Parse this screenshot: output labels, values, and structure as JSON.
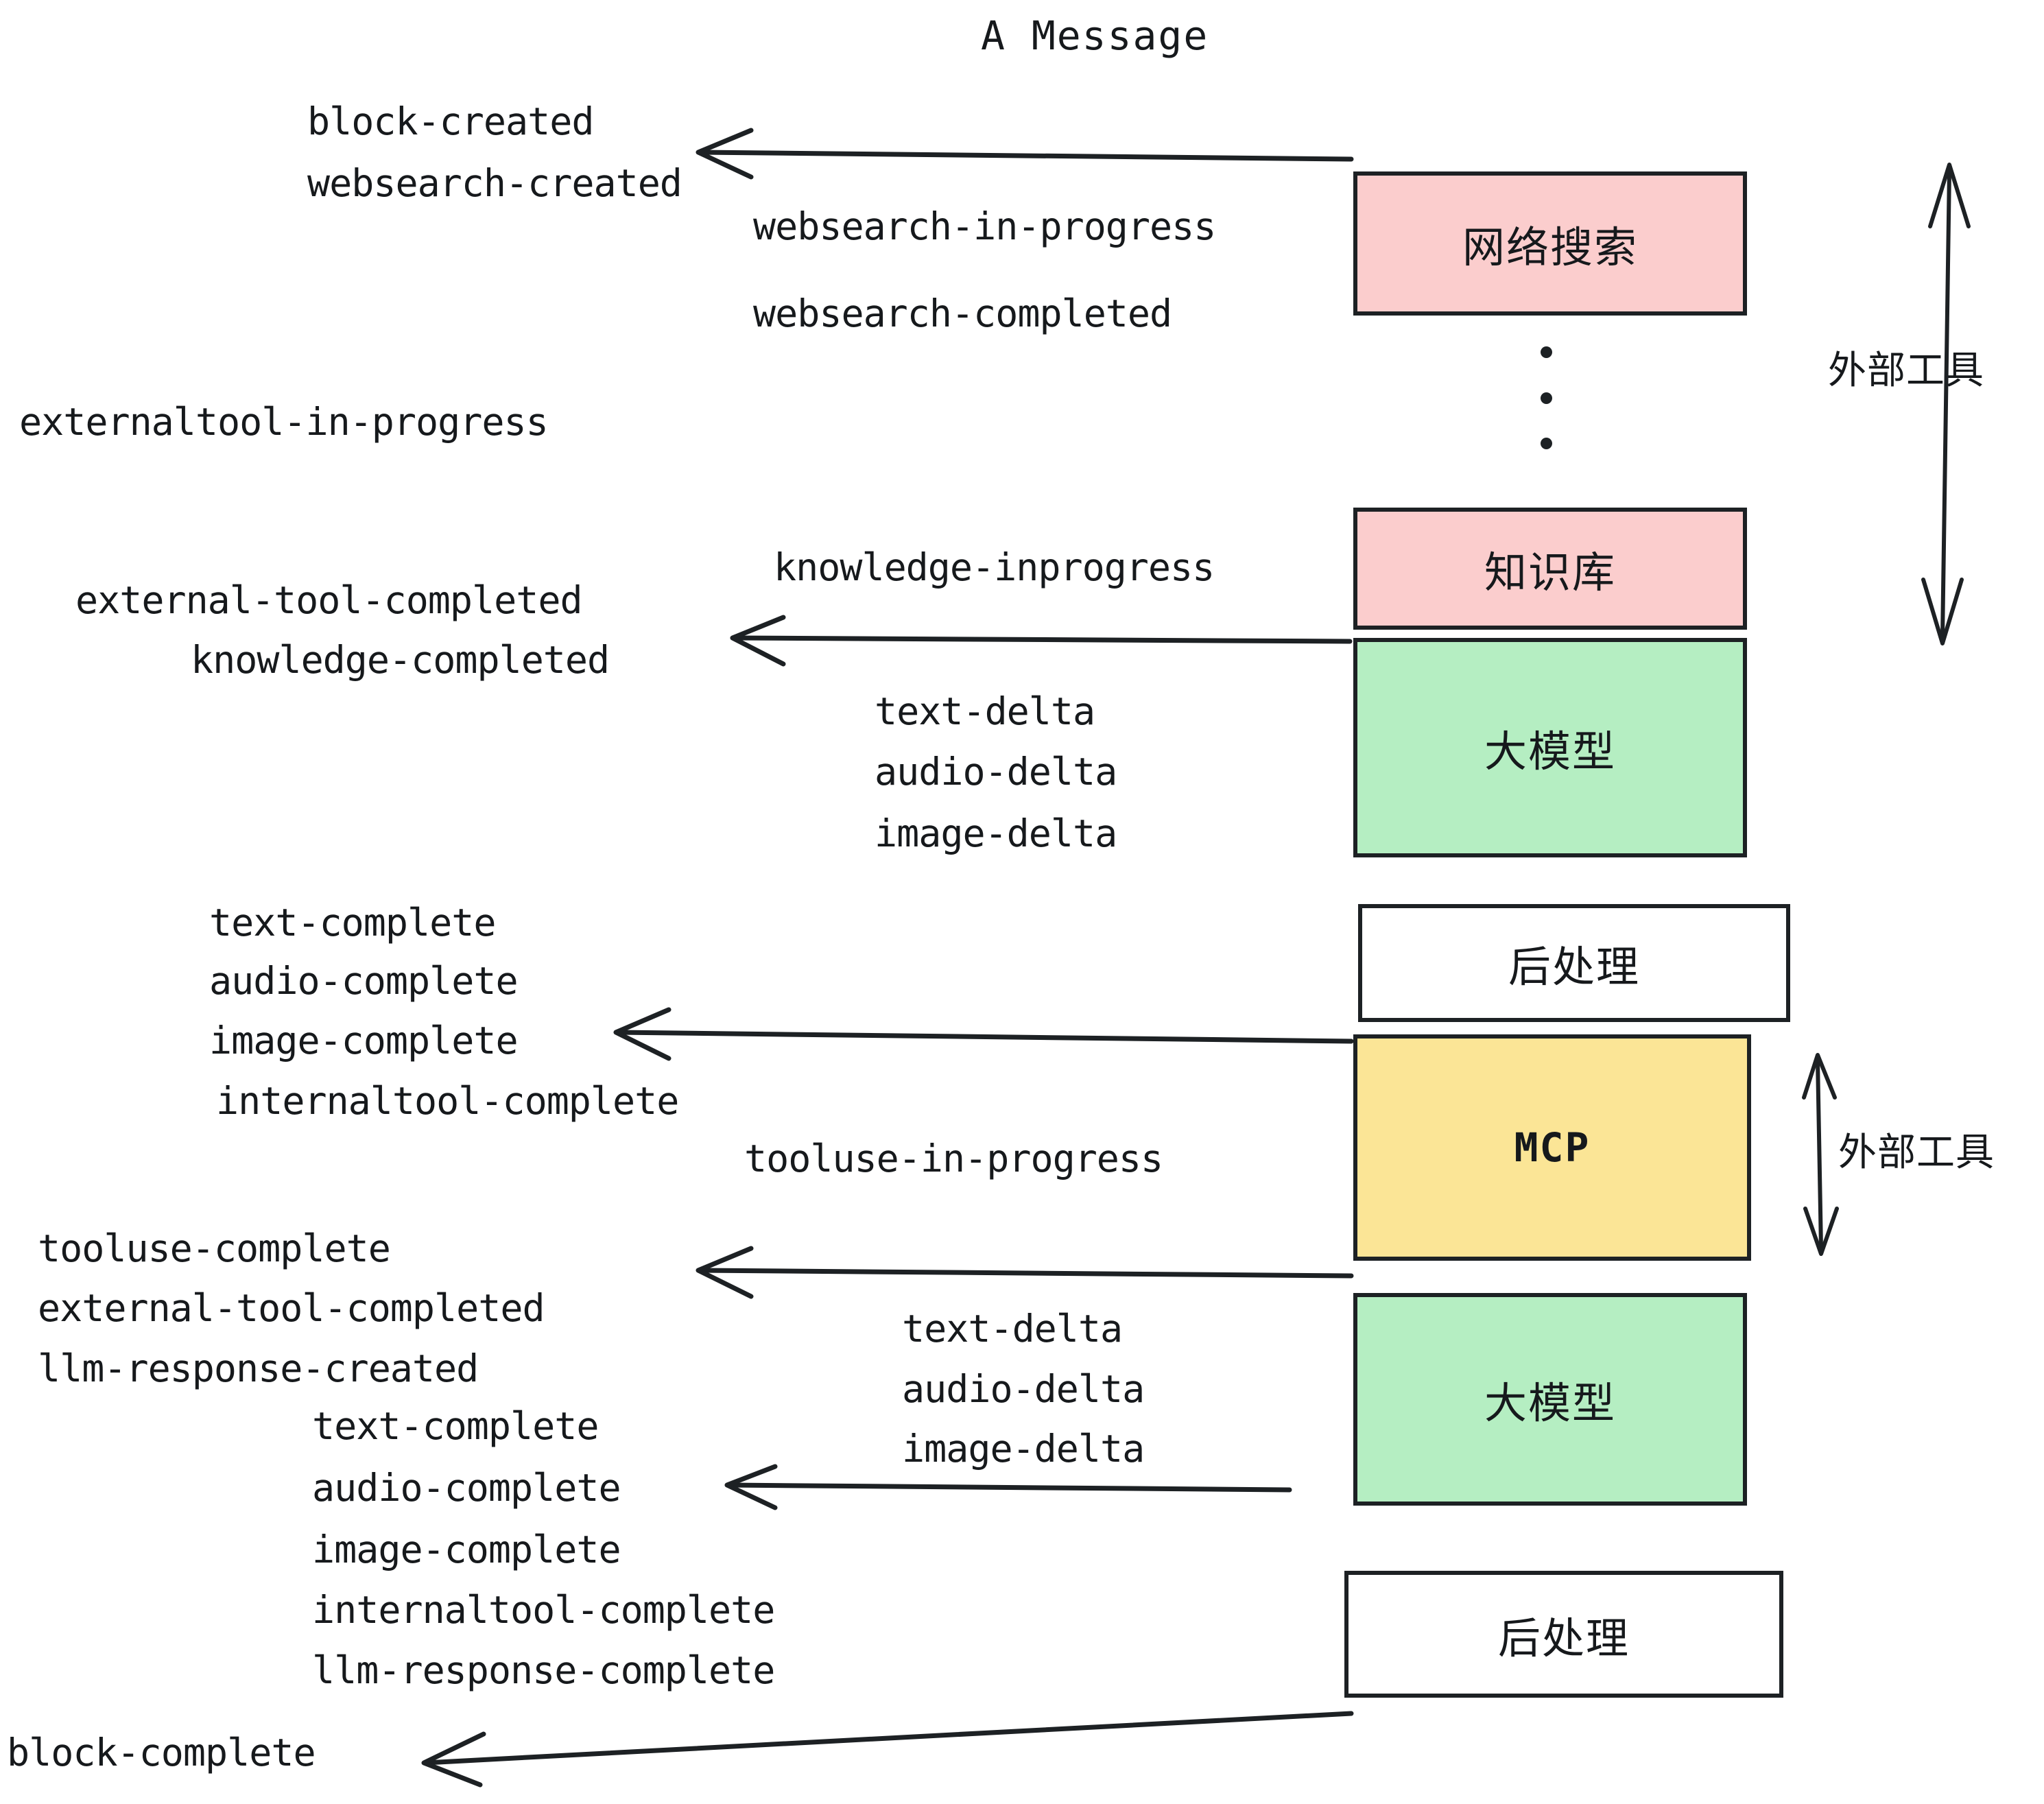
{
  "title": "A Message",
  "colors": {
    "pink": "#fbcdcd",
    "green": "#b5eec2",
    "yellow": "#fbe596",
    "white": "#ffffff",
    "stroke": "#1d2124",
    "text": "#16191c"
  },
  "boxes": {
    "websearch": "网络搜索",
    "knowledge": "知识库",
    "llm_1": "大模型",
    "postprocess_1": "后处理",
    "mcp": "MCP",
    "llm_2": "大模型",
    "postprocess_2": "后处理"
  },
  "side_labels": {
    "external_tool_top": "外部工具",
    "external_tool_bottom": "外部工具"
  },
  "events": {
    "block_created": "block-created",
    "websearch_created": "websearch-created",
    "websearch_in_progress": "websearch-in-progress",
    "websearch_completed": "websearch-completed",
    "externaltool_in_progress": "externaltool-in-progress",
    "knowledge_inprogress": "knowledge-inprogress",
    "external_tool_completed_1": "external-tool-completed",
    "knowledge_completed": "knowledge-completed",
    "text_delta_1": "text-delta",
    "audio_delta_1": "audio-delta",
    "image_delta_1": "image-delta",
    "text_complete_1": "text-complete",
    "audio_complete_1": "audio-complete",
    "image_complete_1": "image-complete",
    "internaltool_complete_1": "internaltool-complete",
    "tooluse_in_progress": "tooluse-in-progress",
    "tooluse_complete": "tooluse-complete",
    "external_tool_completed_2": "external-tool-completed",
    "llm_response_created": "llm-response-created",
    "text_delta_2": "text-delta",
    "audio_delta_2": "audio-delta",
    "image_delta_2": "image-delta",
    "text_complete_2": "text-complete",
    "audio_complete_2": "audio-complete",
    "image_complete_2": "image-complete",
    "internaltool_complete_2": "internaltool-complete",
    "llm_response_complete": "llm-response-complete",
    "block_complete": "block-complete"
  }
}
